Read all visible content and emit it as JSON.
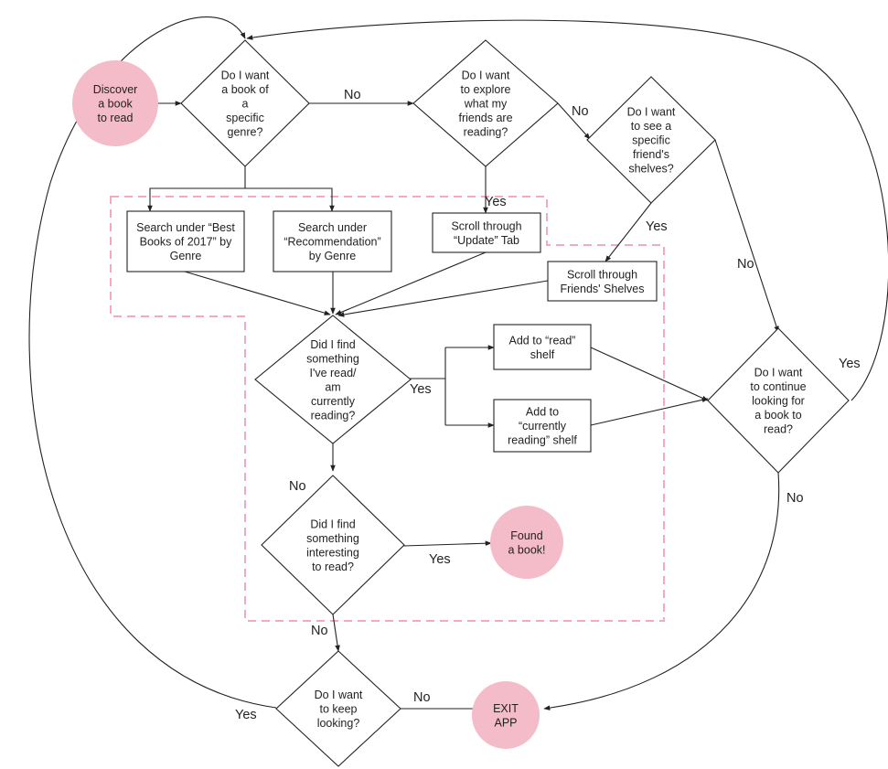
{
  "nodes": {
    "discover": {
      "kind": "terminal",
      "lines": [
        "Discover",
        "a book",
        "to read"
      ]
    },
    "q_genre": {
      "kind": "decision",
      "lines": [
        "Do I want",
        "a book of",
        "a",
        "specific",
        "genre?"
      ]
    },
    "q_friends": {
      "kind": "decision",
      "lines": [
        "Do I want",
        "to explore",
        "what my",
        "friends are",
        "reading?"
      ]
    },
    "q_friend_shelves": {
      "kind": "decision",
      "lines": [
        "Do I want",
        "to see a",
        "specific",
        "friend's",
        "shelves?"
      ]
    },
    "best_books": {
      "kind": "process",
      "lines": [
        "Search under “Best",
        "Books of 2017” by",
        "Genre"
      ]
    },
    "recommendation": {
      "kind": "process",
      "lines": [
        "Search under",
        "“Recommendation”",
        "by  Genre"
      ]
    },
    "update_tab": {
      "kind": "process",
      "lines": [
        "Scroll through",
        "“Update” Tab"
      ]
    },
    "friends_shelves": {
      "kind": "process",
      "lines": [
        "Scroll through",
        "Friends' Shelves"
      ]
    },
    "q_read": {
      "kind": "decision",
      "lines": [
        "Did I find",
        "something",
        "I've read/",
        "am",
        "currently",
        "reading?"
      ]
    },
    "add_read": {
      "kind": "process",
      "lines": [
        "Add to “read”",
        "shelf"
      ]
    },
    "add_current": {
      "kind": "process",
      "lines": [
        "Add to",
        "“currently",
        "reading” shelf"
      ]
    },
    "q_continue": {
      "kind": "decision",
      "lines": [
        "Do I want",
        "to continue",
        "looking for",
        "a book to",
        "read?"
      ]
    },
    "q_interesting": {
      "kind": "decision",
      "lines": [
        "Did I find",
        "something",
        "interesting",
        "to read?"
      ]
    },
    "found": {
      "kind": "terminal",
      "lines": [
        "Found",
        "a book!"
      ]
    },
    "q_keep": {
      "kind": "decision",
      "lines": [
        "Do I want",
        "to keep",
        "looking?"
      ]
    },
    "exit": {
      "kind": "terminal",
      "lines": [
        "EXIT",
        "APP"
      ]
    }
  },
  "edge_labels": {
    "genre_no": "No",
    "friends_no": "No",
    "friends_yes": "Yes",
    "friend_shelves_yes": "Yes",
    "friend_shelves_no": "No",
    "read_yes": "Yes",
    "read_no": "No",
    "continue_yes": "Yes",
    "continue_no": "No",
    "interesting_yes": "Yes",
    "interesting_no": "No",
    "keep_no": "No",
    "keep_yes": "Yes"
  },
  "colors": {
    "terminal_fill": "#f4bcc8",
    "region_border": "#f4aabb",
    "line": "#222222"
  }
}
